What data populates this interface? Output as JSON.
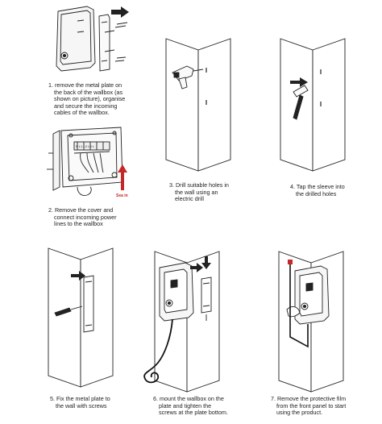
{
  "steps": [
    {
      "id": "1",
      "lines": [
        "1.  remove the metal plate on",
        "the back of the wallbox (as",
        "shown on picture), organise",
        "and secure the incoming",
        "cables of the wallbox."
      ]
    },
    {
      "id": "2",
      "lines": [
        "2.  Remove the cover and",
        "connect incoming power",
        "lines to the wallbox"
      ]
    },
    {
      "id": "3",
      "lines": [
        "3.  Drill suitable holes in",
        "the wall using an",
        "electric drill"
      ]
    },
    {
      "id": "4",
      "lines": [
        "4. Tap the sleeve into",
        "the drilled holes"
      ]
    },
    {
      "id": "5",
      "lines": [
        "5.  Fix the metal plate to",
        "the wall with screws"
      ]
    },
    {
      "id": "6",
      "lines": [
        "6.  mount the wallbox on the",
        "plate and tighten the",
        "screws at the plate bottom."
      ]
    },
    {
      "id": "7",
      "lines": [
        "7.   Remove the protective film",
        "from the front panel to start",
        "using the product."
      ]
    }
  ],
  "labels": {
    "cable_in": "Sea in",
    "terminal": "N   L1   L2   L3   L"
  },
  "colors": {
    "line": "#222222",
    "accent": "#c62828",
    "cable": "#111111"
  }
}
